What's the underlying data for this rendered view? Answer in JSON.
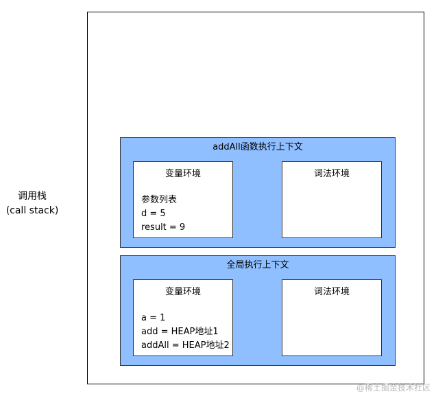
{
  "call_stack": {
    "label_line1": "调用栈",
    "label_line2": "(call stack)"
  },
  "contexts": [
    {
      "title": "addAll函数执行上下文",
      "variable_env": {
        "title": "变量环境",
        "lines": [
          "参数列表",
          "d = 5",
          "result = 9"
        ]
      },
      "lexical_env": {
        "title": "词法环境"
      }
    },
    {
      "title": "全局执行上下文",
      "variable_env": {
        "title": "变量环境",
        "lines": [
          "a = 1",
          "add = HEAP地址1",
          "addAll = HEAP地址2"
        ]
      },
      "lexical_env": {
        "title": "词法环境"
      }
    }
  ],
  "watermark": "@稀土掘金技术社区",
  "colors": {
    "context_fill": "#8fbfff",
    "env_fill": "#ffffff",
    "border": "#333333"
  }
}
